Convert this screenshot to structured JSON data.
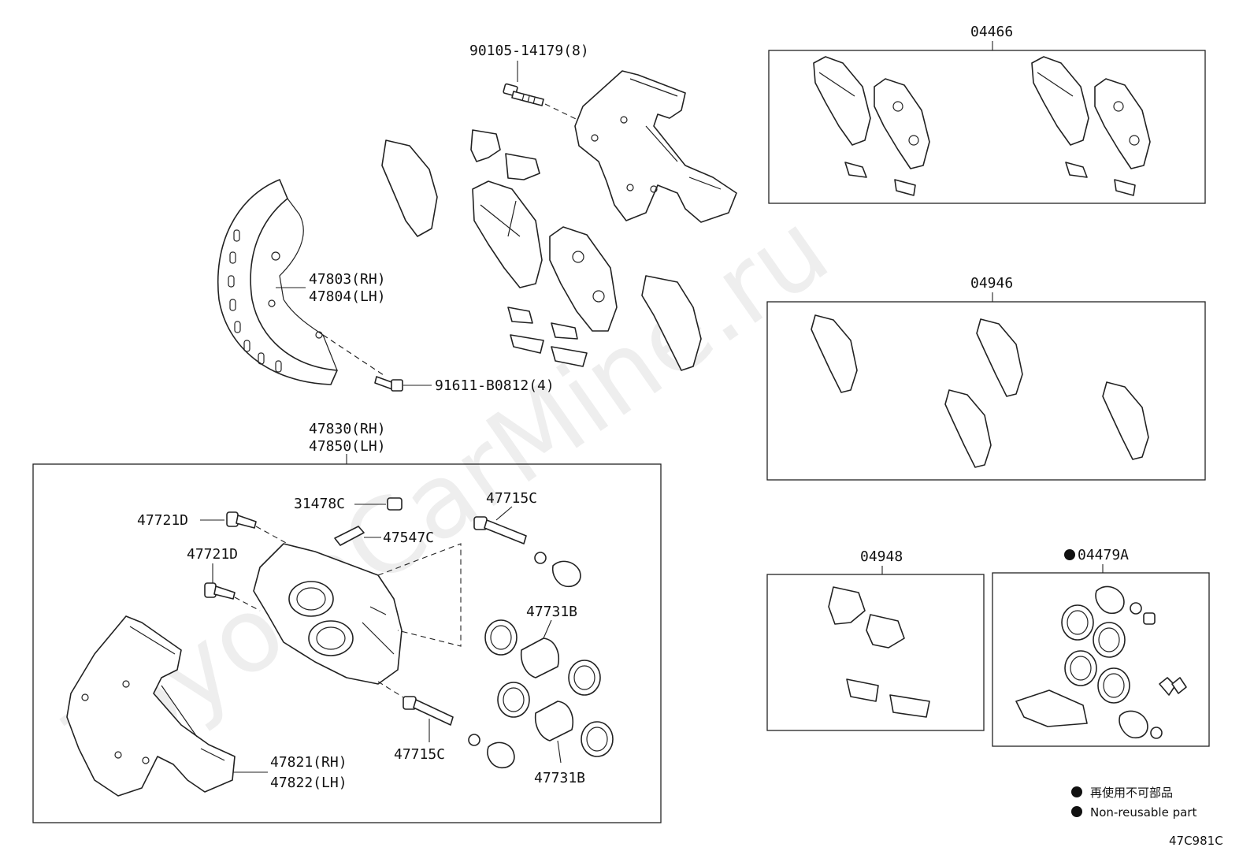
{
  "labels": {
    "bolt_90105": "90105-14179(8)",
    "shield_rh": "47803(RH)",
    "shield_lh": "47804(LH)",
    "bolt_91611": "91611-B0812(4)",
    "caliper_rh": "47830(RH)",
    "caliper_lh": "47850(LH)",
    "bleeder_31478": "31478C",
    "bushing_47721_a": "47721D",
    "bushing_47721_b": "47721D",
    "plug_47547": "47547C",
    "pin_47715_top": "47715C",
    "pin_47715_bottom": "47715C",
    "piston_47731_top": "47731B",
    "piston_47731_bottom": "47731B",
    "mount_rh": "47821(RH)",
    "mount_lh": "47822(LH)",
    "kit_04466": "04466",
    "kit_04946": "04946",
    "kit_04948": "04948",
    "kit_04479": "04479A"
  },
  "legend": {
    "jp": "再使用不可部品",
    "en": "Non-reusable part"
  },
  "diagram_code": "47C981C",
  "watermark": "ToyotaCarMine.ru"
}
